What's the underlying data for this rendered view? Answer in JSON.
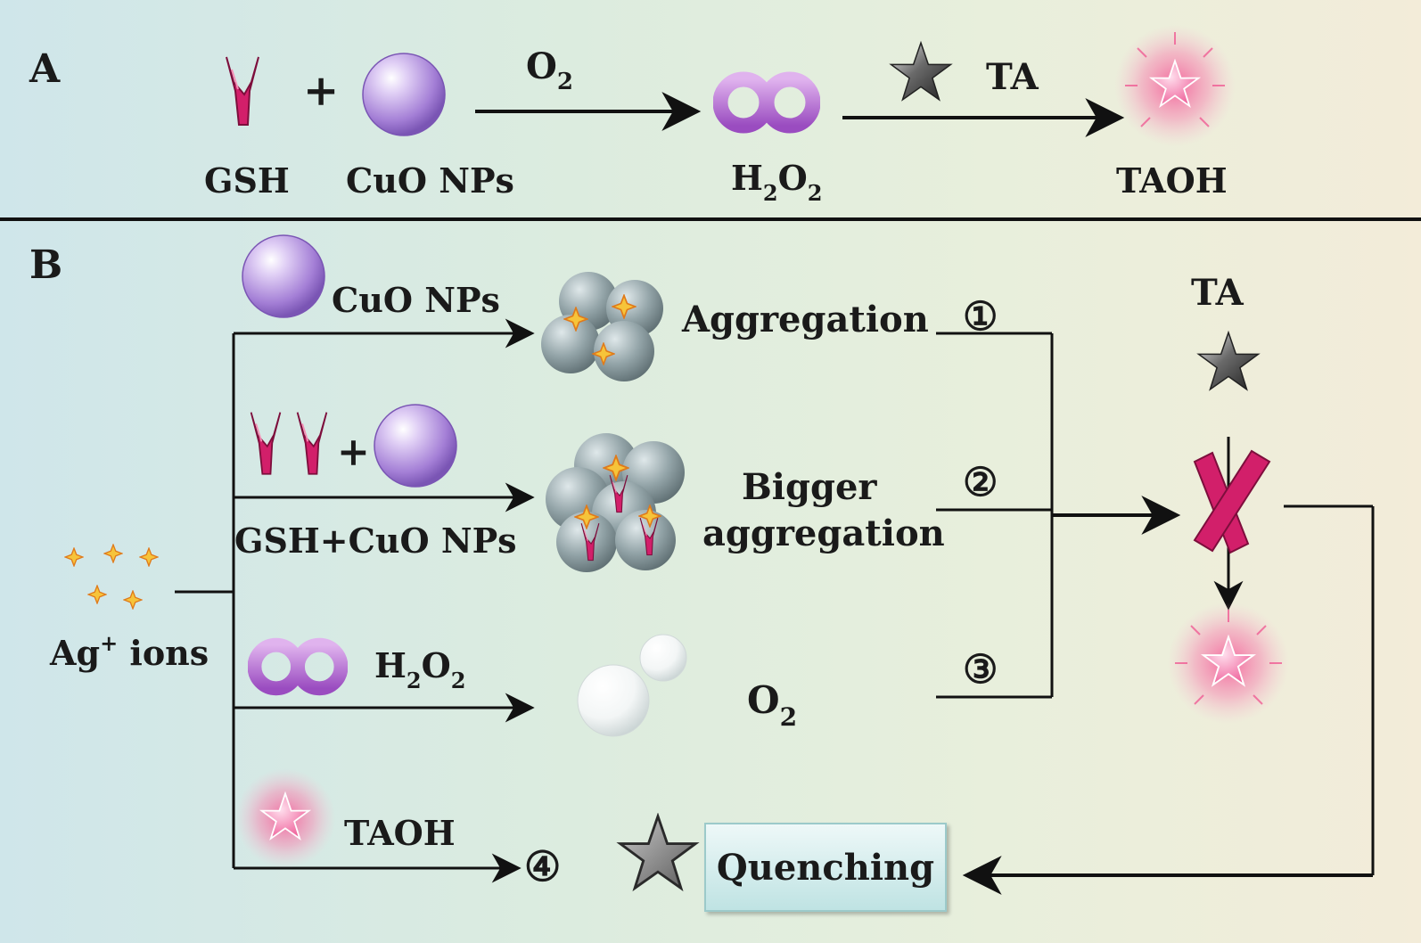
{
  "panels": {
    "a_letter": "A",
    "b_letter": "B"
  },
  "panel_a": {
    "reactant1": "GSH",
    "reactant2": "CuO NPs",
    "plus": "+",
    "arrow1_label": {
      "main": "O",
      "sub": "2"
    },
    "product1": {
      "h": "H",
      "sub1": "2",
      "o": "O",
      "sub2": "2"
    },
    "arrow2_label": "TA",
    "product2": "TAOH"
  },
  "panel_b": {
    "source": {
      "main": "Ag",
      "sup": "+",
      "rest": " ions"
    },
    "row1": {
      "reagent": "CuO NPs",
      "result": "Aggregation",
      "step": "①"
    },
    "row2": {
      "reagent": "GSH+CuO NPs",
      "plus": "+",
      "result_line1": "Bigger",
      "result_line2": "aggregation",
      "step": "②"
    },
    "row3": {
      "reagent": {
        "h": "H",
        "sub1": "2",
        "o": "O",
        "sub2": "2"
      },
      "result": {
        "main": "O",
        "sub": "2"
      },
      "step": "③"
    },
    "row4": {
      "reagent": "TAOH",
      "result": "Quenching",
      "step": "④"
    },
    "right_label": "TA"
  },
  "colors": {
    "magenta": "#d21f6a",
    "cuo_purple": "#b48ee0",
    "gray_sphere": "#8f9ea2",
    "pink_glow": "#f06a9f",
    "quench_box": "#bfe3e3"
  }
}
